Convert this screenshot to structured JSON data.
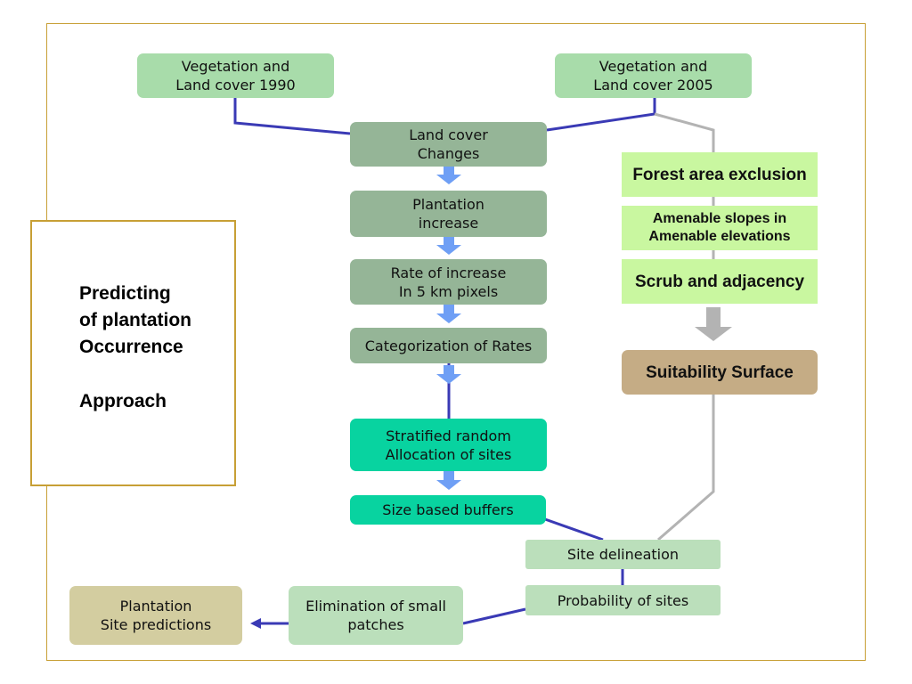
{
  "title_panel": {
    "lines": [
      "Predicting",
      "of plantation",
      "Occurrence",
      "Approach"
    ]
  },
  "nodes": {
    "veg1990": {
      "lines": [
        "Vegetation and",
        "Land cover 1990"
      ]
    },
    "veg2005": {
      "lines": [
        "Vegetation and",
        "Land cover 2005"
      ]
    },
    "landcover_changes": {
      "lines": [
        "Land cover",
        "Changes"
      ]
    },
    "plantation_increase": {
      "lines": [
        "Plantation",
        "increase"
      ]
    },
    "rate_of_increase": {
      "lines": [
        "Rate of increase",
        "In 5 km pixels"
      ]
    },
    "categorization": {
      "lines": [
        "Categorization of Rates"
      ]
    },
    "stratified_random": {
      "lines": [
        "Stratified random",
        "Allocation of sites"
      ]
    },
    "size_buffers": {
      "lines": [
        "Size based buffers"
      ]
    },
    "forest_exclusion": {
      "lines": [
        "Forest area exclusion"
      ]
    },
    "amenable_slopes": {
      "lines": [
        "Amenable slopes in",
        "Amenable elevations"
      ]
    },
    "scrub_adjacency": {
      "lines": [
        "Scrub and adjacency"
      ]
    },
    "suitability_surface": {
      "lines": [
        "Suitability Surface"
      ]
    },
    "site_delineation": {
      "lines": [
        "Site delineation"
      ]
    },
    "probability_sites": {
      "lines": [
        "Probability of sites"
      ]
    },
    "elimination_patches": {
      "lines": [
        "Elimination of small",
        "patches"
      ]
    },
    "plantation_predictions": {
      "lines": [
        "Plantation",
        "Site predictions"
      ]
    }
  },
  "colors": {
    "light_green": "#a8dcaa",
    "grey_green": "#95b597",
    "teal": "#08d3a0",
    "lime": "#c9f7a0",
    "tan": "#c5ac85",
    "pale_green": "#bbdfbb",
    "khaki": "#d3cda0",
    "blue_connector": "#3a3ab5",
    "grey_connector": "#b3b3b3",
    "blue_arrow": "#6f9ff5",
    "frame_gold": "#c79f35"
  }
}
